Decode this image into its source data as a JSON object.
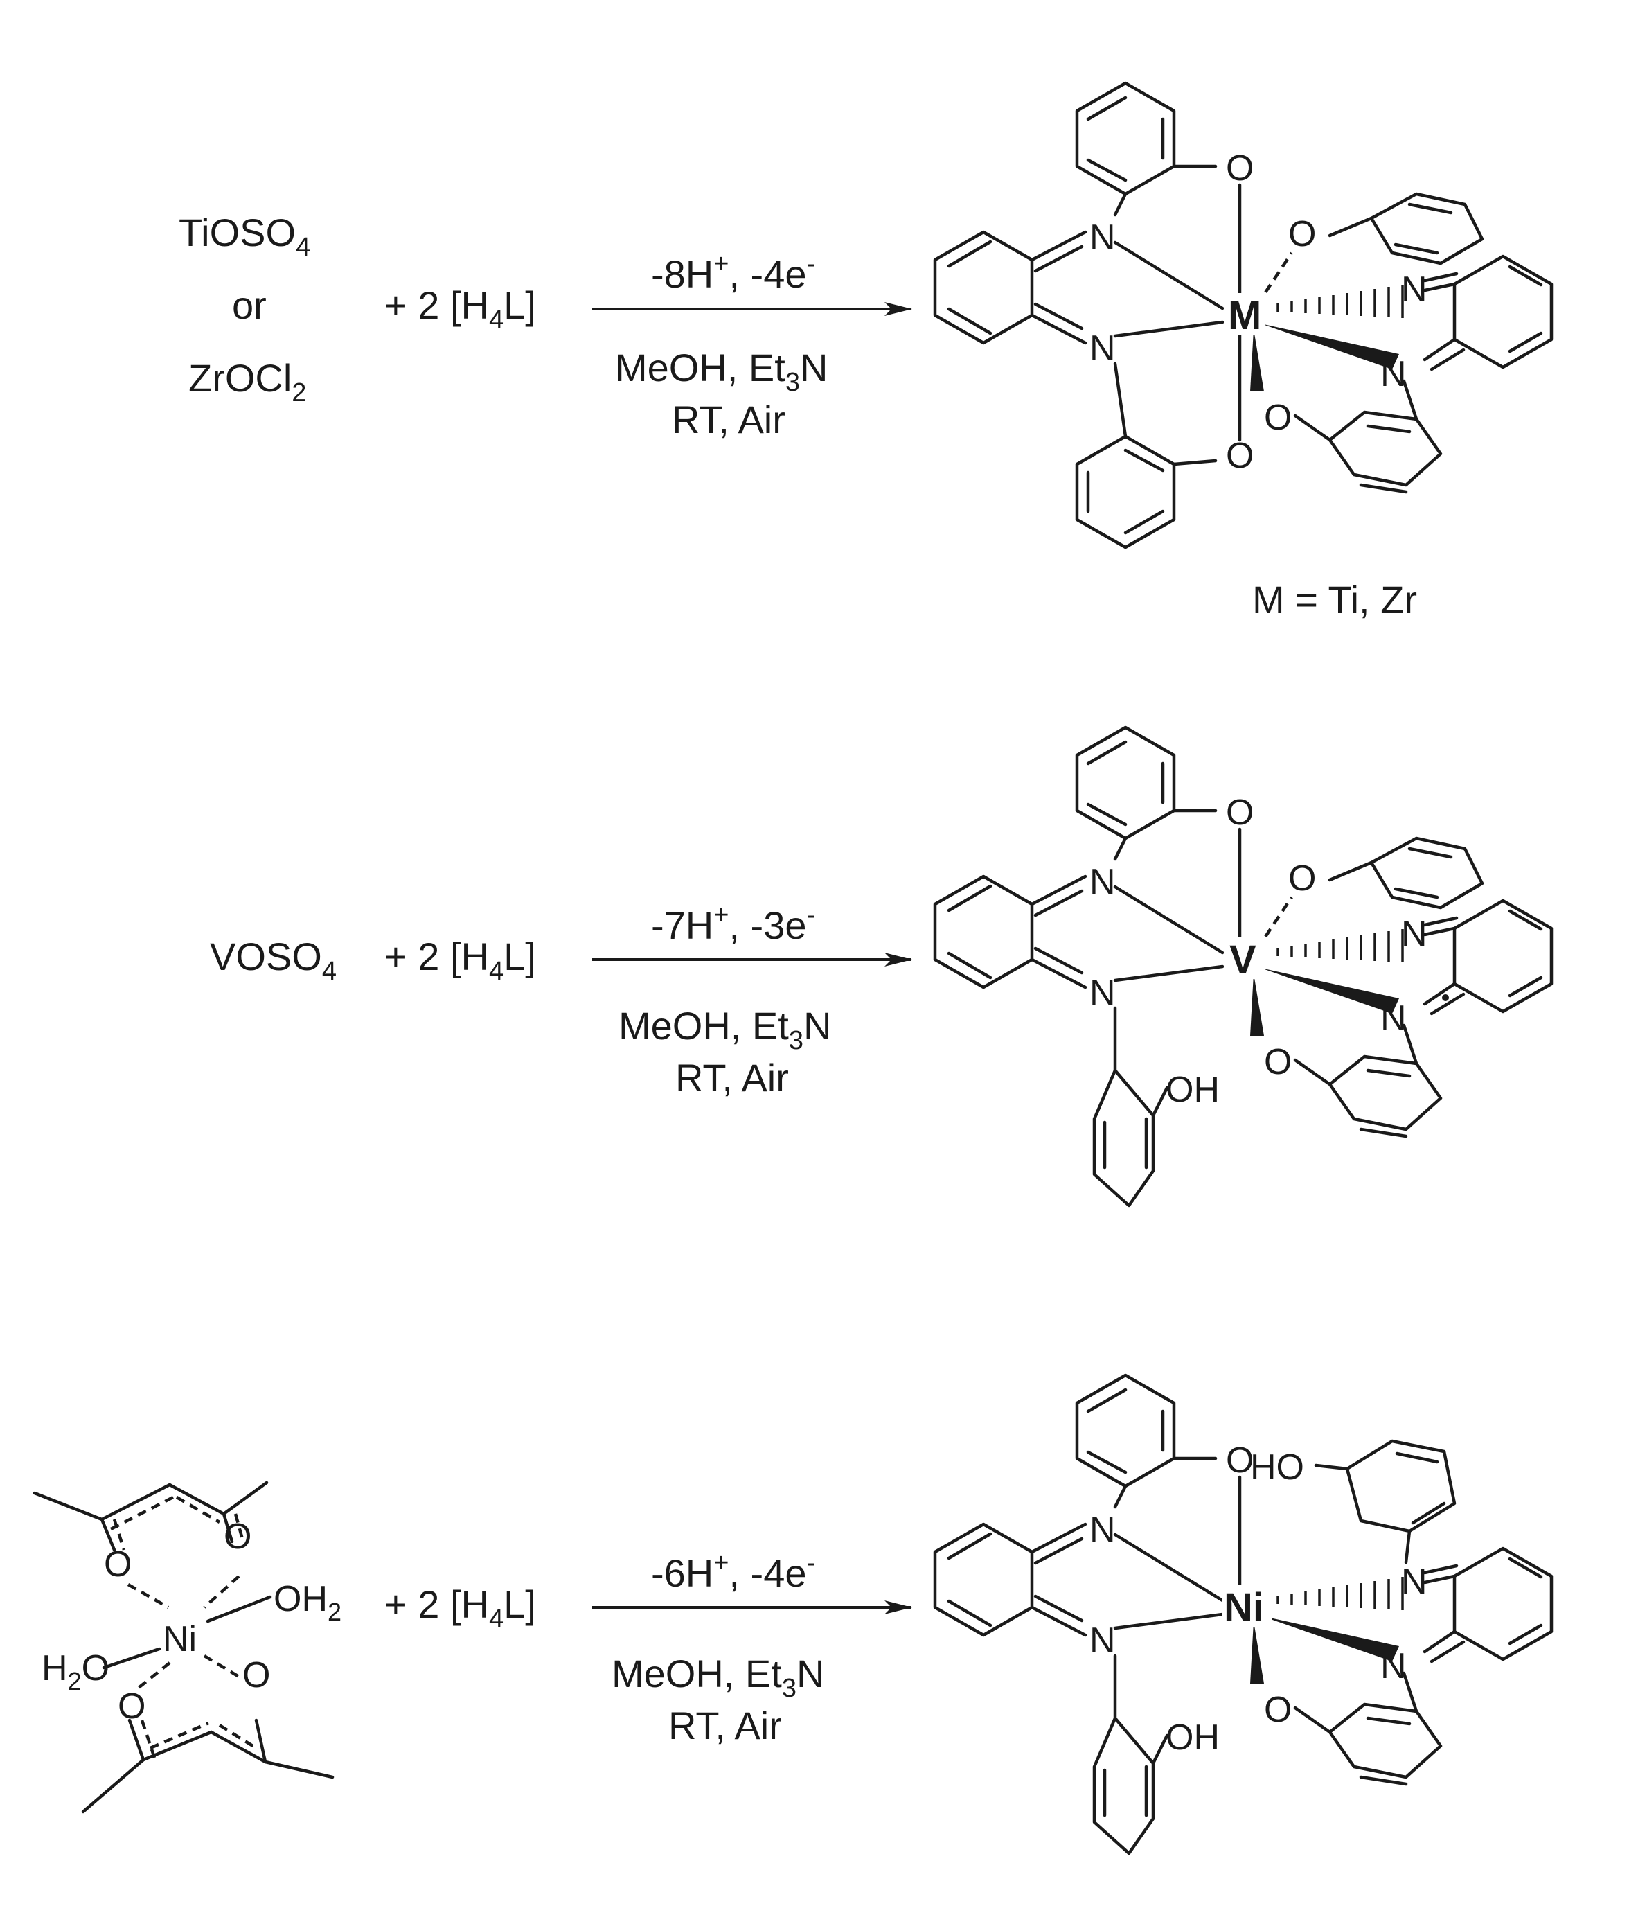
{
  "reactions": [
    {
      "reagents": {
        "metal_line1": "TiOSO",
        "metal_line1_sub": "4",
        "or": "or",
        "metal_line2": "ZrOCl",
        "metal_line2_sub": "2",
        "ligand_prefix": "+ 2 [H",
        "ligand_sub": "4",
        "ligand_suffix": "L]"
      },
      "arrow": {
        "top_a": "-8H",
        "top_sup1": "+",
        "top_b": ", -4e",
        "top_sup2": "-",
        "cond1_a": "MeOH, Et",
        "cond1_sub": "3",
        "cond1_b": "N",
        "cond2": "RT, Air"
      },
      "product": {
        "metal": "M",
        "note": "M = Ti, Zr"
      }
    },
    {
      "reagents": {
        "metal_line1": "VOSO",
        "metal_line1_sub": "4",
        "ligand_prefix": "+ 2 [H",
        "ligand_sub": "4",
        "ligand_suffix": "L]"
      },
      "arrow": {
        "top_a": "-7H",
        "top_sup1": "+",
        "top_b": ", -3e",
        "top_sup2": "-",
        "cond1_a": "MeOH, Et",
        "cond1_sub": "3",
        "cond1_b": "N",
        "cond2": "RT, Air"
      },
      "product": {
        "metal": "V"
      }
    },
    {
      "reagents": {
        "complex_metal": "Ni",
        "water_left": "H",
        "water_left_sub": "2",
        "water_left_o": "O",
        "water_right": "OH",
        "water_right_sub": "2",
        "ligand_prefix": "+ 2 [H",
        "ligand_sub": "4",
        "ligand_suffix": "L]"
      },
      "arrow": {
        "top_a": "-6H",
        "top_sup1": "+",
        "top_b": ", -4e",
        "top_sup2": "-",
        "cond1_a": "MeOH, Et",
        "cond1_sub": "3",
        "cond1_b": "N",
        "cond2": "RT, Air"
      },
      "product": {
        "metal": "Ni"
      }
    }
  ],
  "atoms": {
    "N": "N",
    "O": "O",
    "OH": "OH",
    "HO": "HO"
  }
}
